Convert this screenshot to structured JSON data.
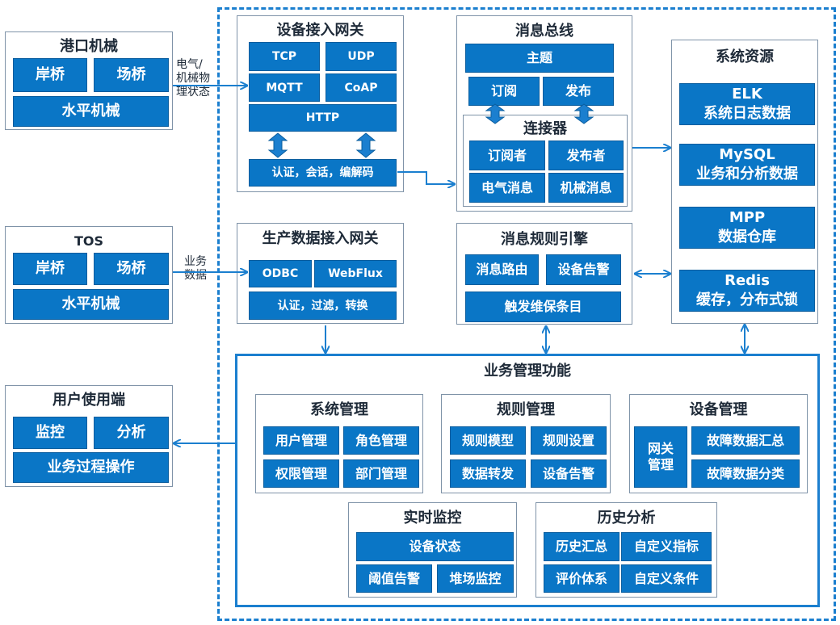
{
  "left": {
    "port_machinery": {
      "title": "港口机械",
      "items": [
        "岸桥",
        "场桥",
        "水平机械"
      ]
    },
    "tos": {
      "title": "TOS",
      "items": [
        "岸桥",
        "场桥",
        "水平机械"
      ]
    },
    "user_client": {
      "title": "用户使用端",
      "items": [
        "监控",
        "分析",
        "业务过程操作"
      ]
    }
  },
  "labels": {
    "electric_state": "电气/\n机械物\n理状态",
    "business_data": "业务\n数据"
  },
  "device_gateway": {
    "title": "设备接入网关",
    "protocols": [
      "TCP",
      "UDP",
      "MQTT",
      "CoAP",
      "HTTP"
    ],
    "auth": "认证，会话，编解码"
  },
  "message_bus": {
    "title": "消息总线",
    "topic": "主题",
    "subscribe": "订阅",
    "publish": "发布",
    "connector": {
      "title": "连接器",
      "items": [
        "订阅者",
        "发布者",
        "电气消息",
        "机械消息"
      ]
    }
  },
  "system_resources": {
    "title": "系统资源",
    "items": [
      "ELK\n系统日志数据",
      "MySQL\n业务和分析数据",
      "MPP\n数据仓库",
      "Redis\n缓存，分布式锁"
    ]
  },
  "production_gateway": {
    "title": "生产数据接入网关",
    "items": [
      "ODBC",
      "WebFlux"
    ],
    "auth": "认证，过滤，转换"
  },
  "rule_engine": {
    "title": "消息规则引擎",
    "items": [
      "消息路由",
      "设备告警",
      "触发维保条目"
    ]
  },
  "business": {
    "title": "业务管理功能",
    "system_mgmt": {
      "title": "系统管理",
      "items": [
        "用户管理",
        "角色管理",
        "权限管理",
        "部门管理"
      ]
    },
    "rule_mgmt": {
      "title": "规则管理",
      "items": [
        "规则模型",
        "规则设置",
        "数据转发",
        "设备告警"
      ]
    },
    "device_mgmt": {
      "title": "设备管理",
      "items": [
        "网关\n管理",
        "故障数据汇总",
        "故障数据分类"
      ]
    },
    "realtime": {
      "title": "实时监控",
      "items": [
        "设备状态",
        "阈值告警",
        "堆场监控"
      ]
    },
    "history": {
      "title": "历史分析",
      "items": [
        "历史汇总",
        "自定义指标",
        "评价体系",
        "自定义条件"
      ]
    }
  },
  "colors": {
    "block": "#0a76c6",
    "accent": "#1b7fcf",
    "border": "#7f93a8"
  }
}
